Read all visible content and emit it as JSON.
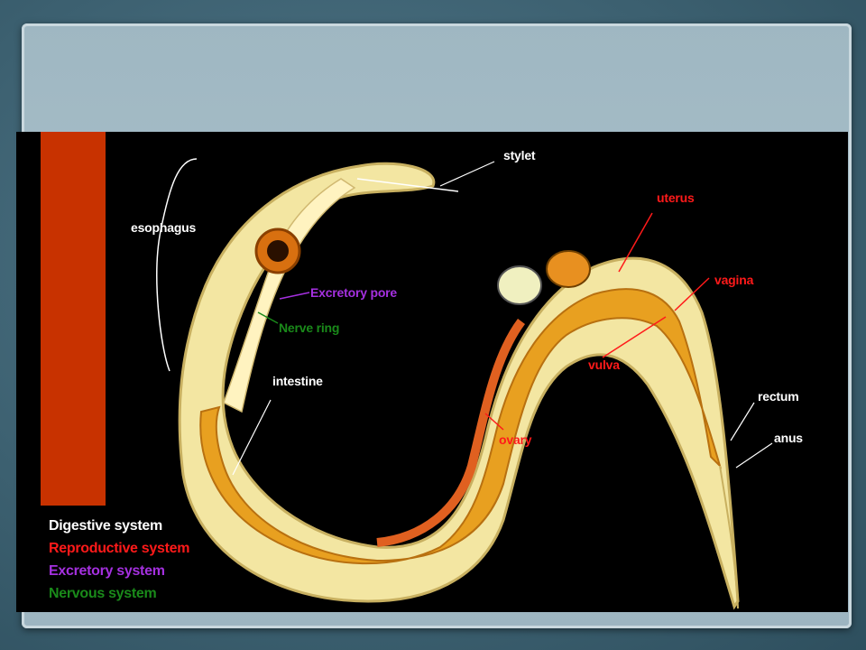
{
  "colors": {
    "digestive": "#ffffff",
    "reproductive": "#ff1a1a",
    "excretory": "#a530e0",
    "nervous": "#1a8a1a",
    "bar": "#c83200"
  },
  "labels": {
    "stylet": "stylet",
    "esophagus": "esophagus",
    "excretory_pore": "Excretory pore",
    "nerve_ring": "Nerve ring",
    "intestine": "intestine",
    "uterus": "uterus",
    "vagina": "vagina",
    "vulva": "vulva",
    "ovary": "ovary",
    "rectum": "rectum",
    "anus": "anus"
  },
  "legend": {
    "digestive": "Digestive system",
    "reproductive": "Reproductive system",
    "excretory": "Excretory system",
    "nervous": "Nervous system"
  }
}
